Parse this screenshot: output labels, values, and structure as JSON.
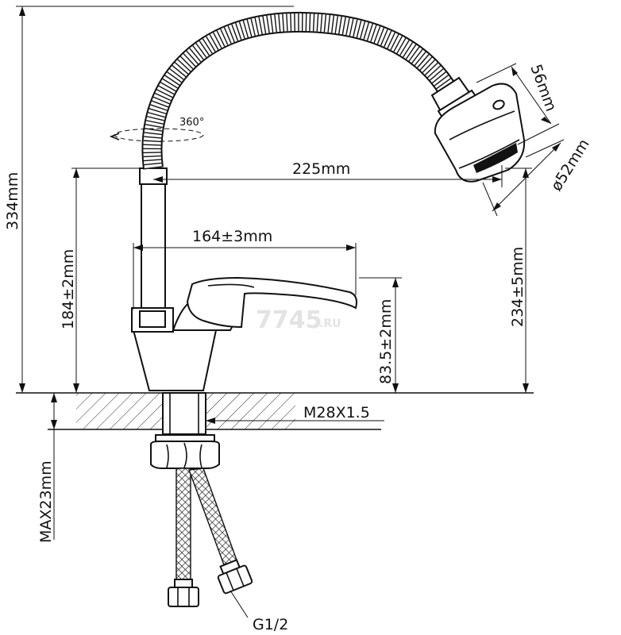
{
  "dimensions": {
    "total_height": "334mm",
    "spout_height": "184±2mm",
    "reach": "225mm",
    "lever_reach": "164±3mm",
    "lever_height": "83.5±2mm",
    "head_height": "234±5mm",
    "head_length": "56mm",
    "head_diameter": "ø52mm",
    "thread": "M28X1.5",
    "max_counter": "MAX23mm",
    "hose_thread": "G1/2",
    "rotation": "360°"
  },
  "watermark": {
    "main": "7745",
    "suffix": ".RU"
  },
  "colors": {
    "line": "#111111",
    "watermark": "#e3e3e3"
  }
}
